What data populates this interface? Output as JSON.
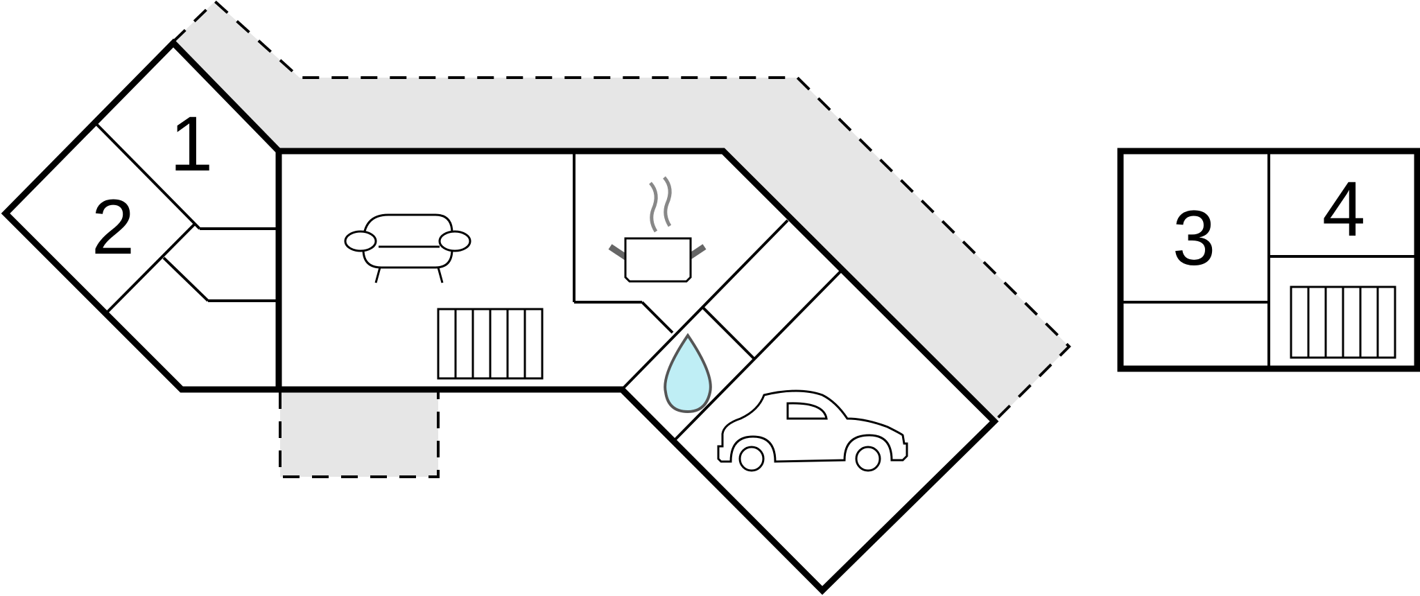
{
  "rooms": {
    "bedroom_1": "1",
    "bedroom_2": "2",
    "bedroom_3": "3",
    "bedroom_4": "4"
  },
  "icons": {
    "living_room": "sofa-icon",
    "kitchen": "cooking-pot-icon",
    "bathroom": "water-drop-icon",
    "garage": "car-icon",
    "stairs": "staircase-icon"
  },
  "colors": {
    "wall": "#000000",
    "terrace": "#e6e6e6",
    "water": "#bfeef5"
  }
}
